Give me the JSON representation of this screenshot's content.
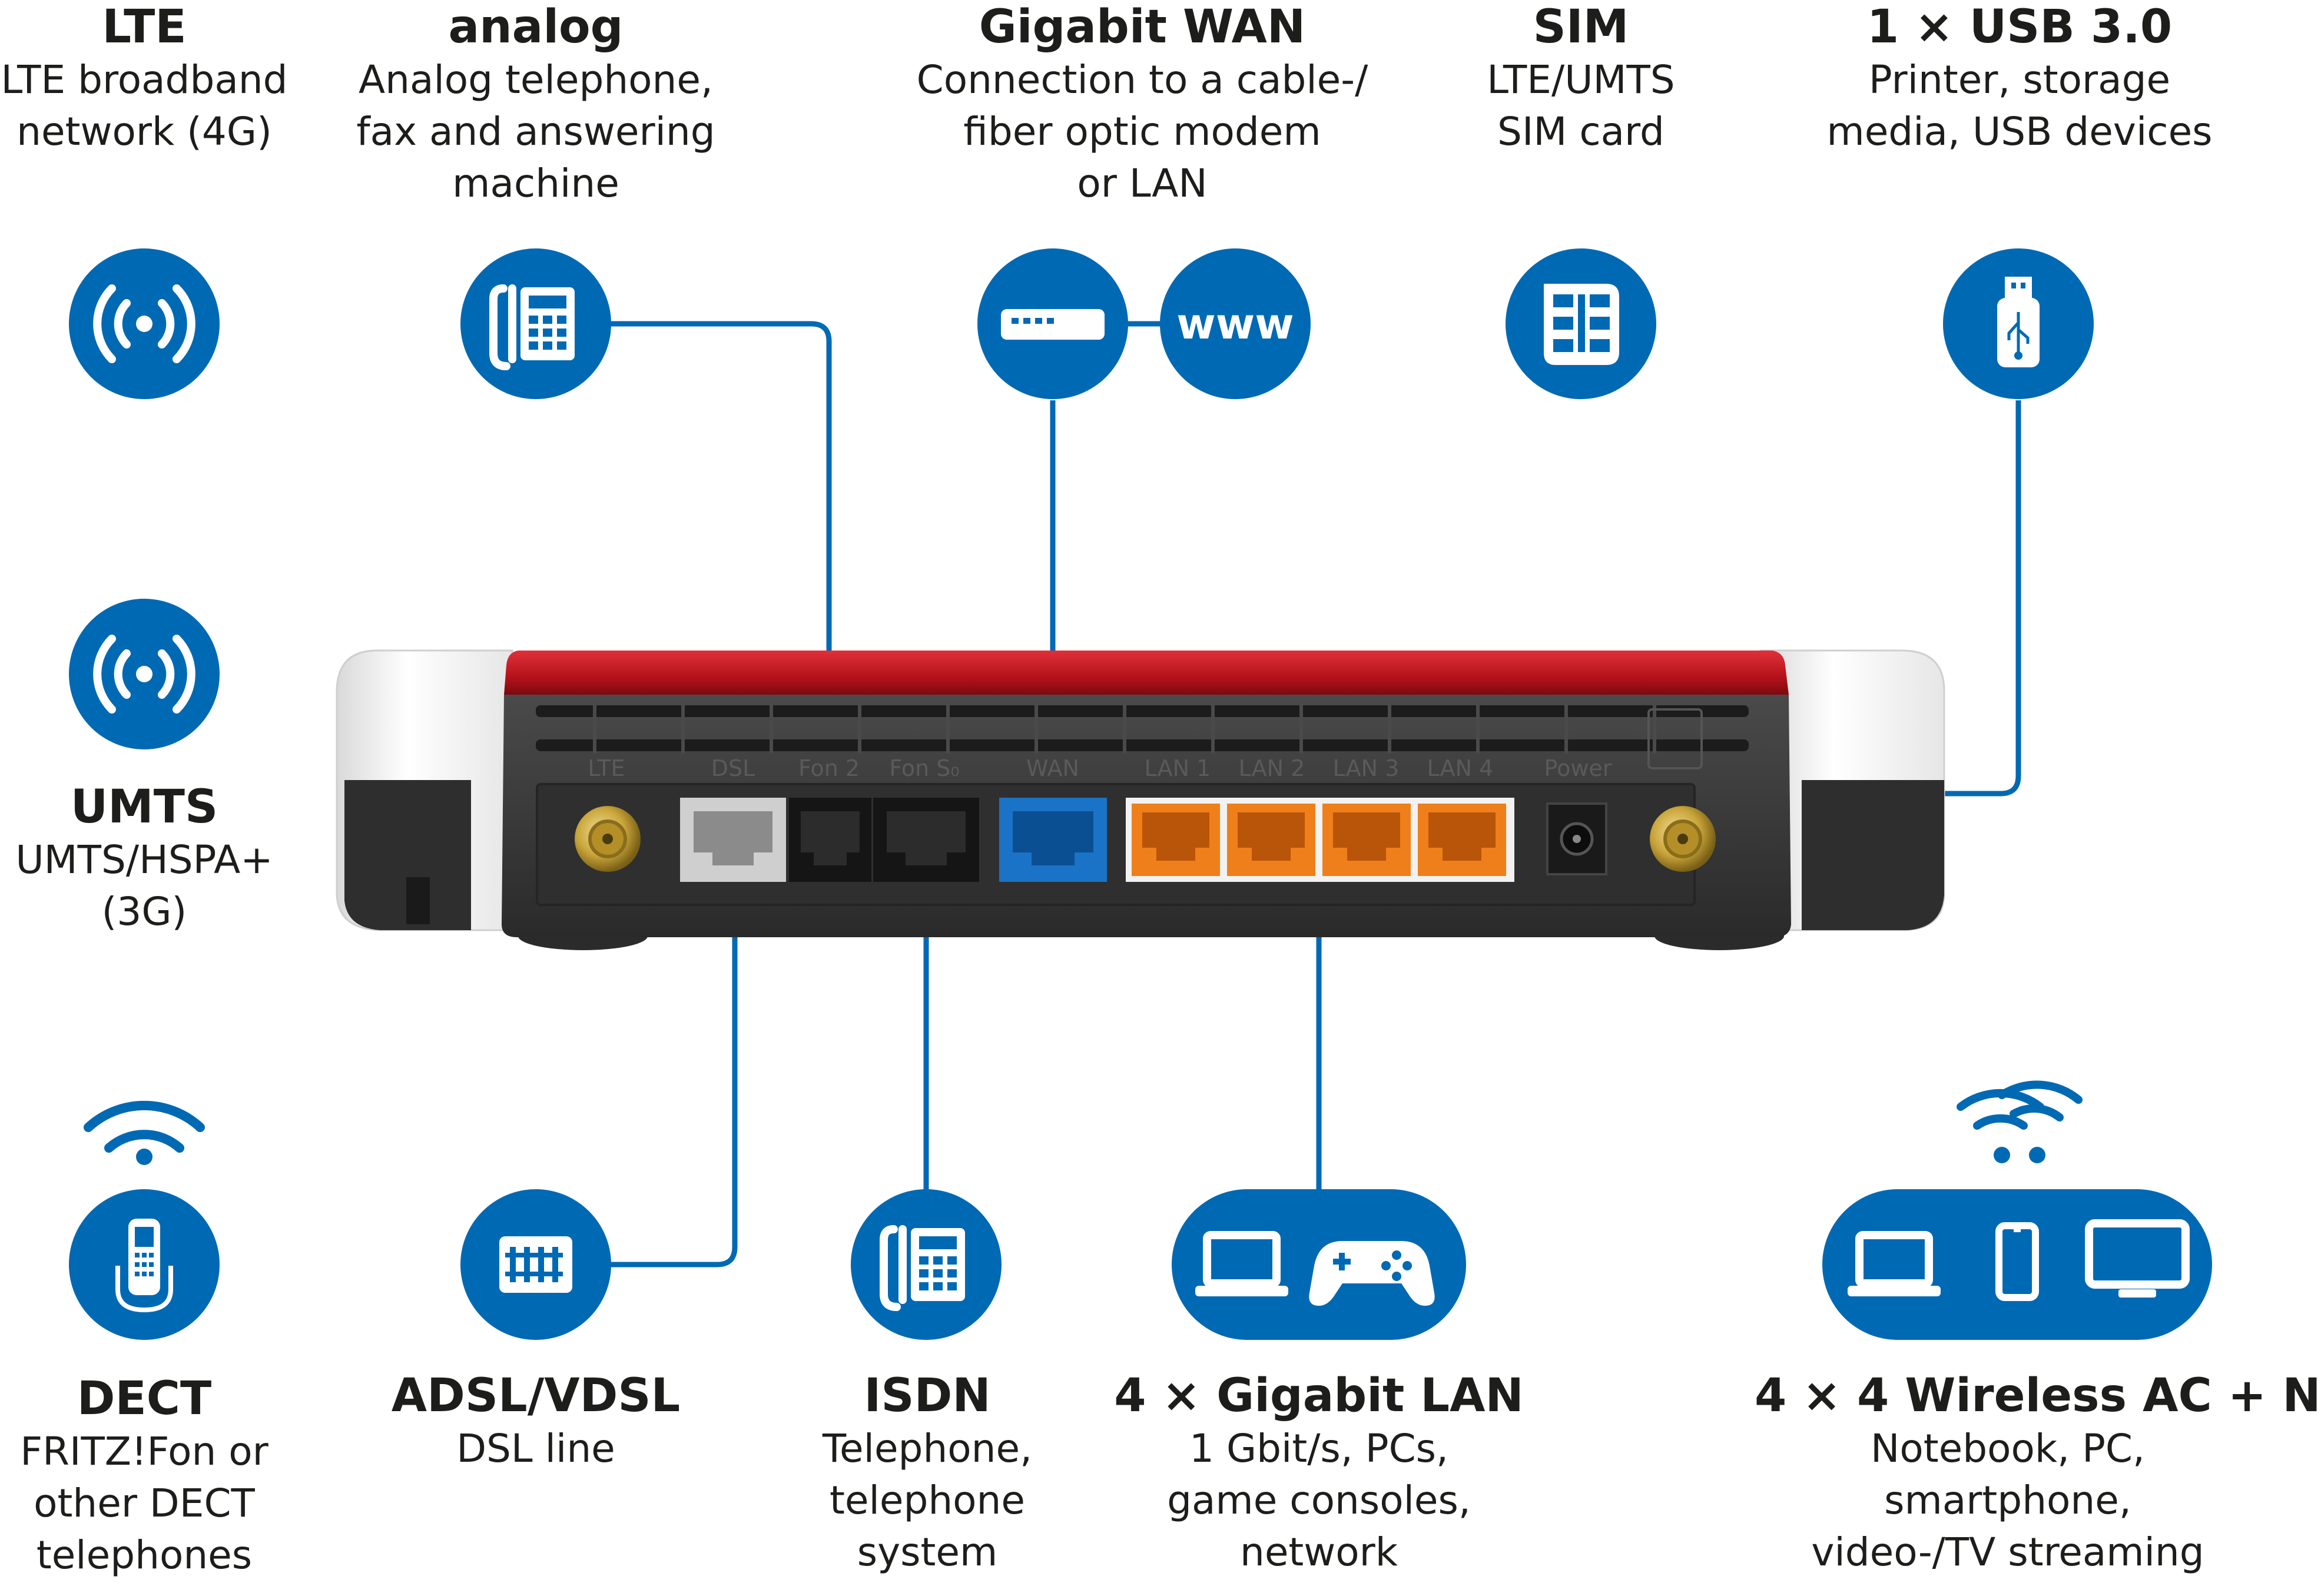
{
  "colors": {
    "accent_blue": "#0069b4",
    "router_red": "#c8102e",
    "router_body": "#3c3c3c",
    "lan_orange": "#ef7f1a",
    "wan_blue": "#1a73c6",
    "text": "#1d1d1b"
  },
  "labels": {
    "lte": {
      "title": "LTE",
      "desc": "LTE broadband\nnetwork (4G)"
    },
    "analog": {
      "title": "analog",
      "desc": "Analog telephone,\nfax and answering\nmachine"
    },
    "gigabit_wan": {
      "title": "Gigabit WAN",
      "desc": "Connection to a cable-/\nfiber optic modem\nor LAN"
    },
    "sim": {
      "title": "SIM",
      "desc": "LTE/UMTS\nSIM card"
    },
    "usb": {
      "title": "1 × USB 3.0",
      "desc": "Printer, storage\nmedia, USB devices"
    },
    "umts": {
      "title": "UMTS",
      "desc": "UMTS/HSPA+\n(3G)"
    },
    "dect": {
      "title": "DECT",
      "desc": "FRITZ!Fon or\nother DECT\ntelephones"
    },
    "adsl": {
      "title": "ADSL/VDSL",
      "desc": "DSL line"
    },
    "isdn": {
      "title": "ISDN",
      "desc": "Telephone,\ntelephone\nsystem"
    },
    "gigabit_lan": {
      "title": "4 × Gigabit LAN",
      "desc": "1 Gbit/s, PCs,\ngame consoles,\nnetwork"
    },
    "wireless": {
      "title": "4 × 4 Wireless AC + N",
      "desc": "Notebook, PC,\nsmartphone,\nvideo-/TV streaming"
    }
  },
  "icons": {
    "www": "www",
    "lte": "antenna-signal-icon",
    "umts": "antenna-signal-icon",
    "analog": "desk-phone-icon",
    "wan_modem": "modem-icon",
    "sim": "sim-card-icon",
    "usb": "usb-stick-icon",
    "dect": "cordless-phone-icon",
    "adsl": "dsl-port-icon",
    "isdn": "desk-phone-icon",
    "lan": "laptop-gamepad-icon",
    "wireless": "laptop-phone-monitor-icon"
  },
  "ports": {
    "lte": "LTE",
    "dsl": "DSL",
    "fon2": "Fon 2",
    "fon_s0": "Fon S₀",
    "wan": "WAN",
    "lan1": "LAN 1",
    "lan2": "LAN 2",
    "lan3": "LAN 3",
    "lan4": "LAN 4",
    "power": "Power"
  }
}
